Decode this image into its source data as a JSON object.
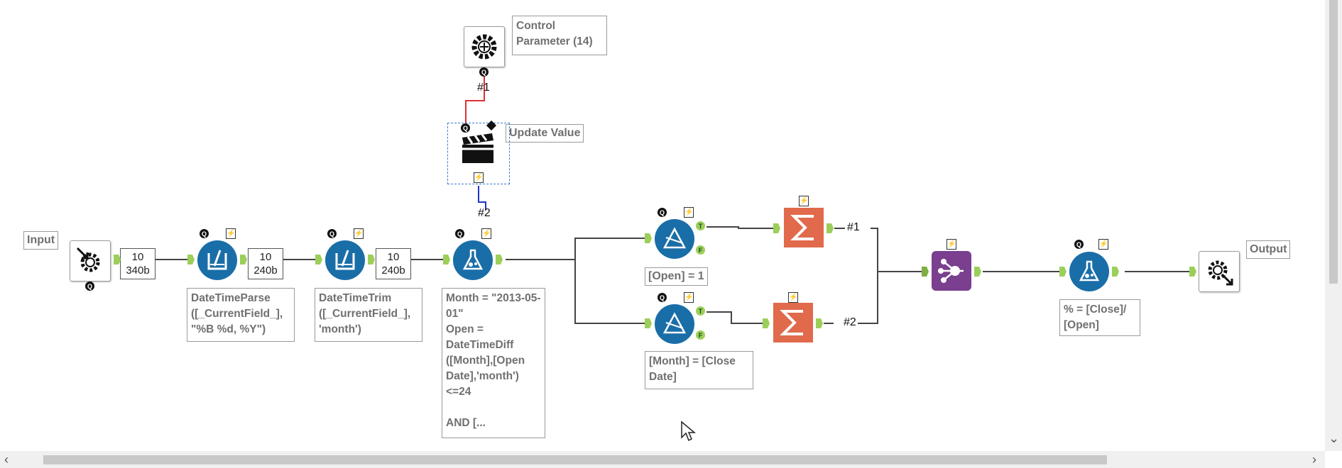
{
  "colors": {
    "wire": "#444444",
    "control_wire_red": "#e03030",
    "control_wire_blue": "#2233cc",
    "tool_blue": "#1a6ea8",
    "tool_orange": "#e06a4b",
    "tool_purple": "#7a3f8f",
    "anchor_green": "#9ccf5a"
  },
  "annotations": {
    "input": "Input",
    "control_parameter": "Control Parameter (14)",
    "update_value": "Update Value",
    "datetimeparse": "DateTimeParse ([_CurrentField_], \"%B %d, %Y\")",
    "datetimetrim": "DateTimeTrim ([_CurrentField_], 'month')",
    "formula1": "Month = \"2013-05-01\"\nOpen = DateTimeDiff ([Month],[Open Date],'month') <=24\n\nAND [...",
    "filter_open": "[Open] = 1",
    "filter_month": "[Month] = [Close Date]",
    "formula2": "% = [Close]/ [Open]",
    "output": "Output"
  },
  "stats": [
    {
      "records": "10",
      "size": "340b"
    },
    {
      "records": "10",
      "size": "240b"
    },
    {
      "records": "10",
      "size": "240b"
    }
  ],
  "wire_labels": {
    "control_1": "#1",
    "control_2": "#2",
    "union_1": "#1",
    "union_2": "#2"
  },
  "badges": {
    "q": "Q",
    "bolt": "⚡",
    "true": "T",
    "false": "F"
  },
  "icons": {
    "input_tool": "macro-input-icon",
    "parse_tool": "datetime-icon",
    "trim_tool": "datetime-icon",
    "control_tool": "control-parameter-icon",
    "action_tool": "action-clapperboard-icon",
    "formula_tool": "formula-flask-icon",
    "filter_tool": "filter-icon",
    "summarize_tool": "summarize-sigma-icon",
    "union_tool": "union-icon",
    "output_tool": "macro-output-icon"
  },
  "scroll": {
    "left": "‹",
    "right": "›",
    "down": "⌄"
  }
}
